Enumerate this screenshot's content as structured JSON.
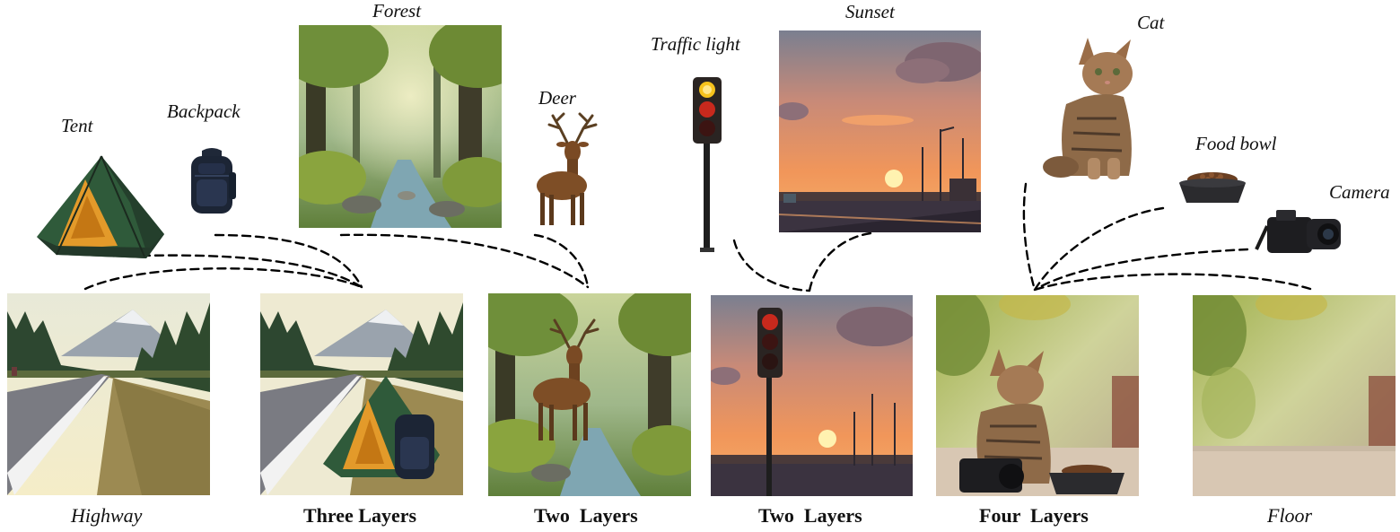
{
  "object_labels": {
    "tent": "Tent",
    "backpack": "Backpack",
    "forest": "Forest",
    "deer": "Deer",
    "traffic_light": "Traffic light",
    "sunset": "Sunset",
    "cat": "Cat",
    "food_bowl": "Food bowl",
    "camera": "Camera"
  },
  "panel_captions": {
    "highway": "Highway",
    "three_layers": "Three Layers",
    "two_layers_a": "Two  Layers",
    "two_layers_b": "Two  Layers",
    "four_layers": "Four  Layers",
    "floor": "Floor"
  },
  "colors": {
    "connector": "#000000",
    "tent_green": "#2f5a3a",
    "tent_orange": "#e39a2a",
    "sky_sunset": "#e8895a",
    "forest_green": "#5f7f3a"
  }
}
